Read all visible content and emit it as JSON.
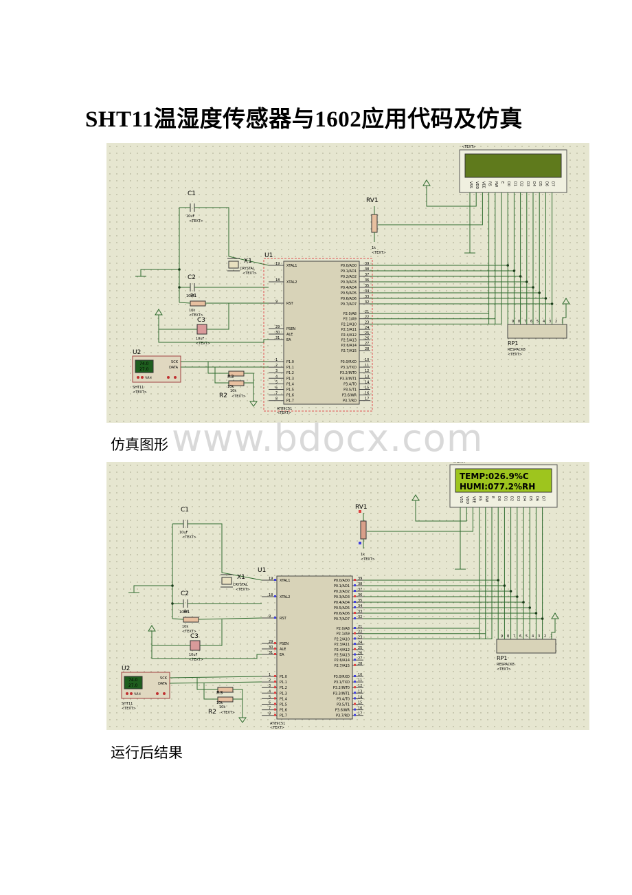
{
  "document": {
    "title": "SHT11温湿度传感器与1602应用代码及仿真",
    "caption1": "仿真图形",
    "caption2": "运行后结果",
    "watermark": "www.bdocx.com"
  },
  "schematic": {
    "lcd_placeholder": "<TEXT>",
    "lcd_pins": [
      "VSS",
      "VDD",
      "VEE",
      "RS",
      "RW",
      "E",
      "D0",
      "D1",
      "D2",
      "D3",
      "D4",
      "D5",
      "D6",
      "D7"
    ],
    "lcd_line1": "TEMP:026.9%C",
    "lcd_line2": "HUMI:077.2%RH",
    "rv1": {
      "ref": "RV1",
      "value": "1k"
    },
    "c1": {
      "ref": "C1",
      "value": "10uF"
    },
    "c2": {
      "ref": "C2",
      "value": "10uF"
    },
    "c3": {
      "ref": "C3",
      "value": "10uF"
    },
    "x1": {
      "ref": "X1",
      "value": "CRYSTAL"
    },
    "r1": {
      "ref": "R1",
      "value": "10k"
    },
    "r2": {
      "ref": "R2",
      "value": "10k"
    },
    "r3": {
      "ref": "R3",
      "value": "10k"
    },
    "u1": {
      "ref": "U1",
      "part": "AT89C51"
    },
    "u2": {
      "ref": "U2",
      "part": "SHT11",
      "temp": "74.0",
      "hum": "27.0",
      "unit": "%RH",
      "pin_sck": "SCK",
      "pin_data": "DATA"
    },
    "rp1": {
      "ref": "RP1",
      "part": "RESPACK8"
    },
    "text_tag": "<TEXT>",
    "u1_left_pins": [
      "XTAL1",
      "XTAL2",
      "RST",
      "PSEN",
      "ALE",
      "EA",
      "P1.0",
      "P1.1",
      "P1.2",
      "P1.3",
      "P1.4",
      "P1.5",
      "P1.6",
      "P1.7"
    ],
    "u1_left_nums": [
      "19",
      "18",
      "9",
      "29",
      "30",
      "31",
      "1",
      "2",
      "3",
      "4",
      "5",
      "6",
      "7",
      "8"
    ],
    "u1_right_pins": [
      "P0.0/AD0",
      "P0.1/AD1",
      "P0.2/AD2",
      "P0.3/AD3",
      "P0.4/AD4",
      "P0.5/AD5",
      "P0.6/AD6",
      "P0.7/AD7",
      "P2.0/A8",
      "P2.1/A9",
      "P2.2/A10",
      "P2.3/A11",
      "P2.4/A12",
      "P2.5/A13",
      "P2.6/A14",
      "P2.7/A15",
      "P3.0/RXD",
      "P3.1/TXD",
      "P3.2/INT0",
      "P3.3/INT1",
      "P3.4/T0",
      "P3.5/T1",
      "P3.6/WR",
      "P3.7/RD"
    ],
    "u1_right_nums": [
      "39",
      "38",
      "37",
      "36",
      "35",
      "34",
      "33",
      "32",
      "21",
      "22",
      "23",
      "24",
      "25",
      "26",
      "27",
      "28",
      "10",
      "11",
      "12",
      "13",
      "14",
      "15",
      "16",
      "17"
    ]
  }
}
